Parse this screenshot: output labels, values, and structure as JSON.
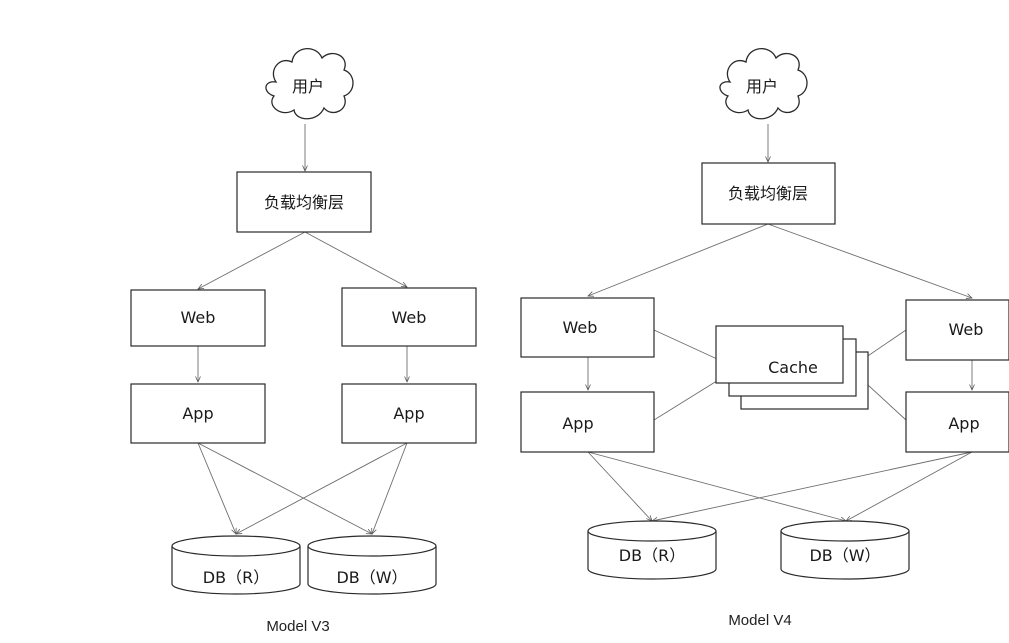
{
  "diagrams": [
    {
      "caption": "Model V3",
      "user": "用户",
      "lb": "负载均衡层",
      "web": [
        "Web",
        "Web"
      ],
      "app": [
        "App",
        "App"
      ],
      "db_read": "DB（R）",
      "db_write": "DB（W）"
    },
    {
      "caption": "Model V4",
      "user": "用户",
      "lb": "负载均衡层",
      "web": [
        "Web",
        "Web"
      ],
      "app": [
        "App",
        "App"
      ],
      "cache": "Cache",
      "db_read": "DB（R）",
      "db_write": "DB（W）"
    }
  ]
}
